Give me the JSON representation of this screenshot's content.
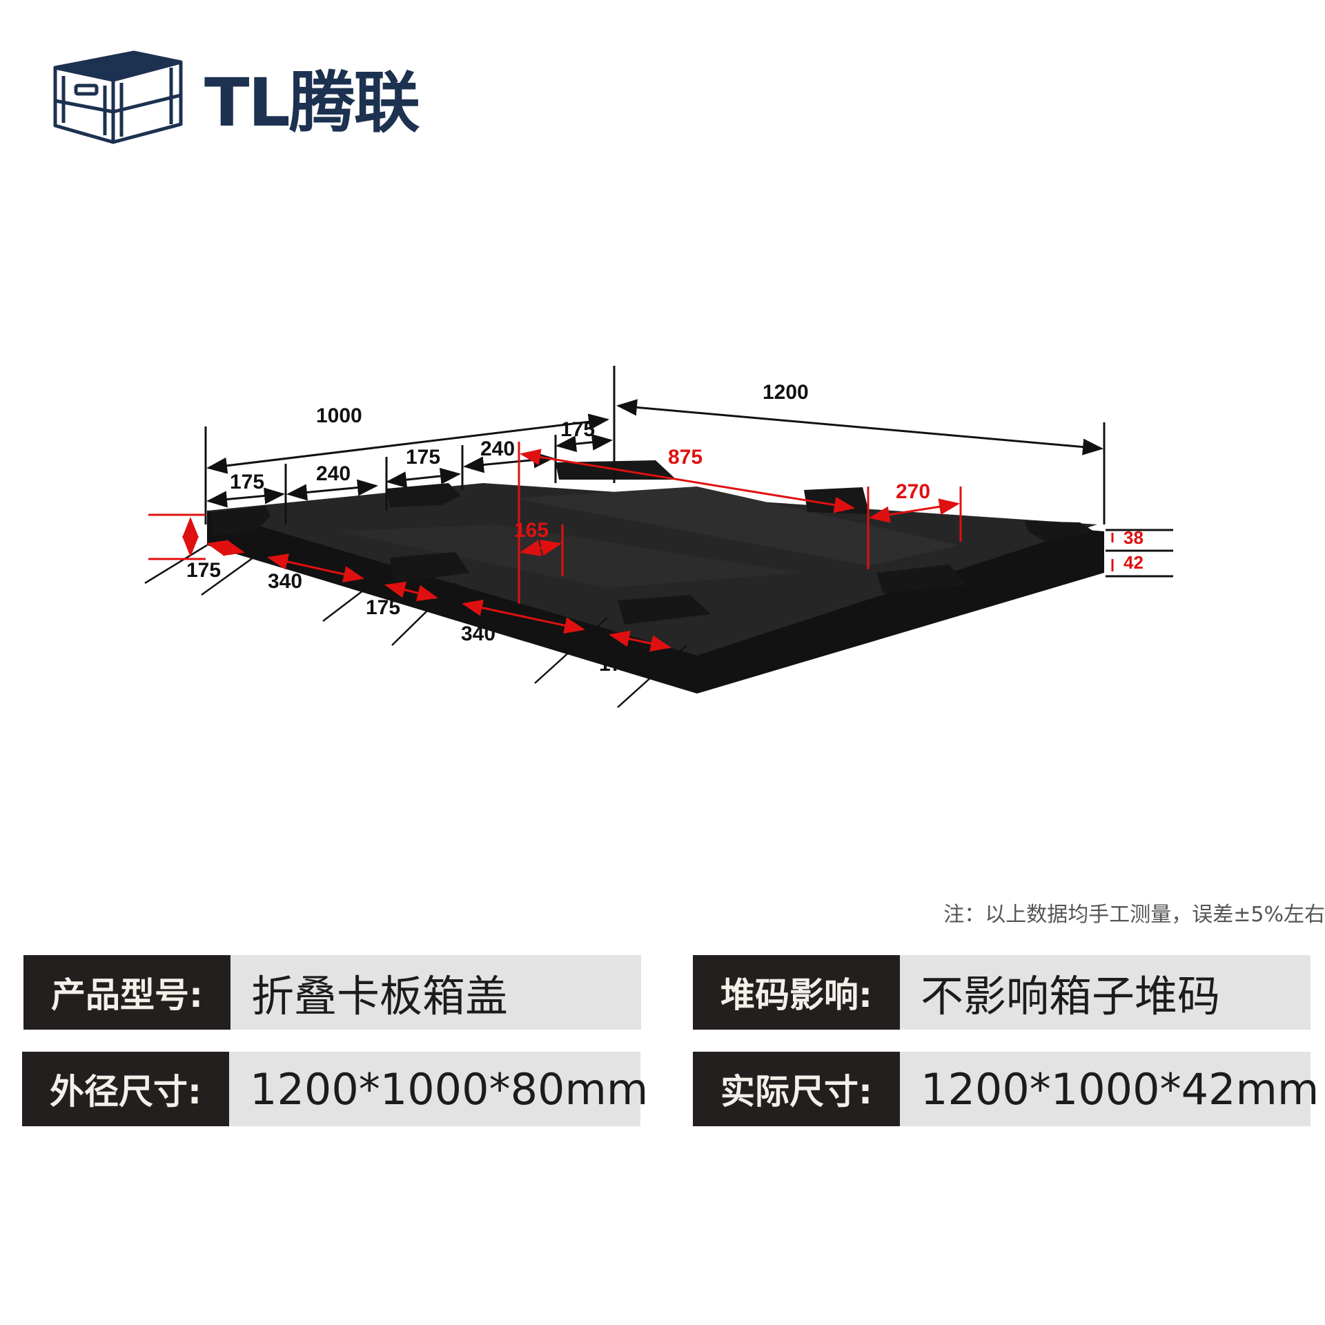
{
  "brand": {
    "name": "TL腾联",
    "logo_icon": "crate-icon"
  },
  "dimensions": {
    "overall_depth": "1000",
    "overall_width": "1200",
    "front_175_a": "175",
    "front_240_a": "240",
    "front_175_b": "175",
    "front_240_b": "240",
    "front_175_c": "175",
    "center_875": "875",
    "right_270": "270",
    "center_165": "165",
    "height_38": "38",
    "height_42": "42",
    "side_175_a": "175",
    "side_340_a": "340",
    "side_175_b": "175",
    "side_340_b": "340",
    "side_175_c": "175"
  },
  "note": "注：以上数据均手工测量，误差±5%左右",
  "specs": [
    {
      "label": "产品型号:",
      "value": "折叠卡板箱盖"
    },
    {
      "label": "堆码影响:",
      "value": "不影响箱子堆码"
    },
    {
      "label": "外径尺寸:",
      "value": "1200*1000*80mm"
    },
    {
      "label": "实际尺寸:",
      "value": "1200*1000*42mm"
    }
  ],
  "colors": {
    "brand": "#1d3150",
    "dim_red": "#e01010",
    "label_bg": "#231f1f",
    "value_bg": "#e3e3e3"
  }
}
